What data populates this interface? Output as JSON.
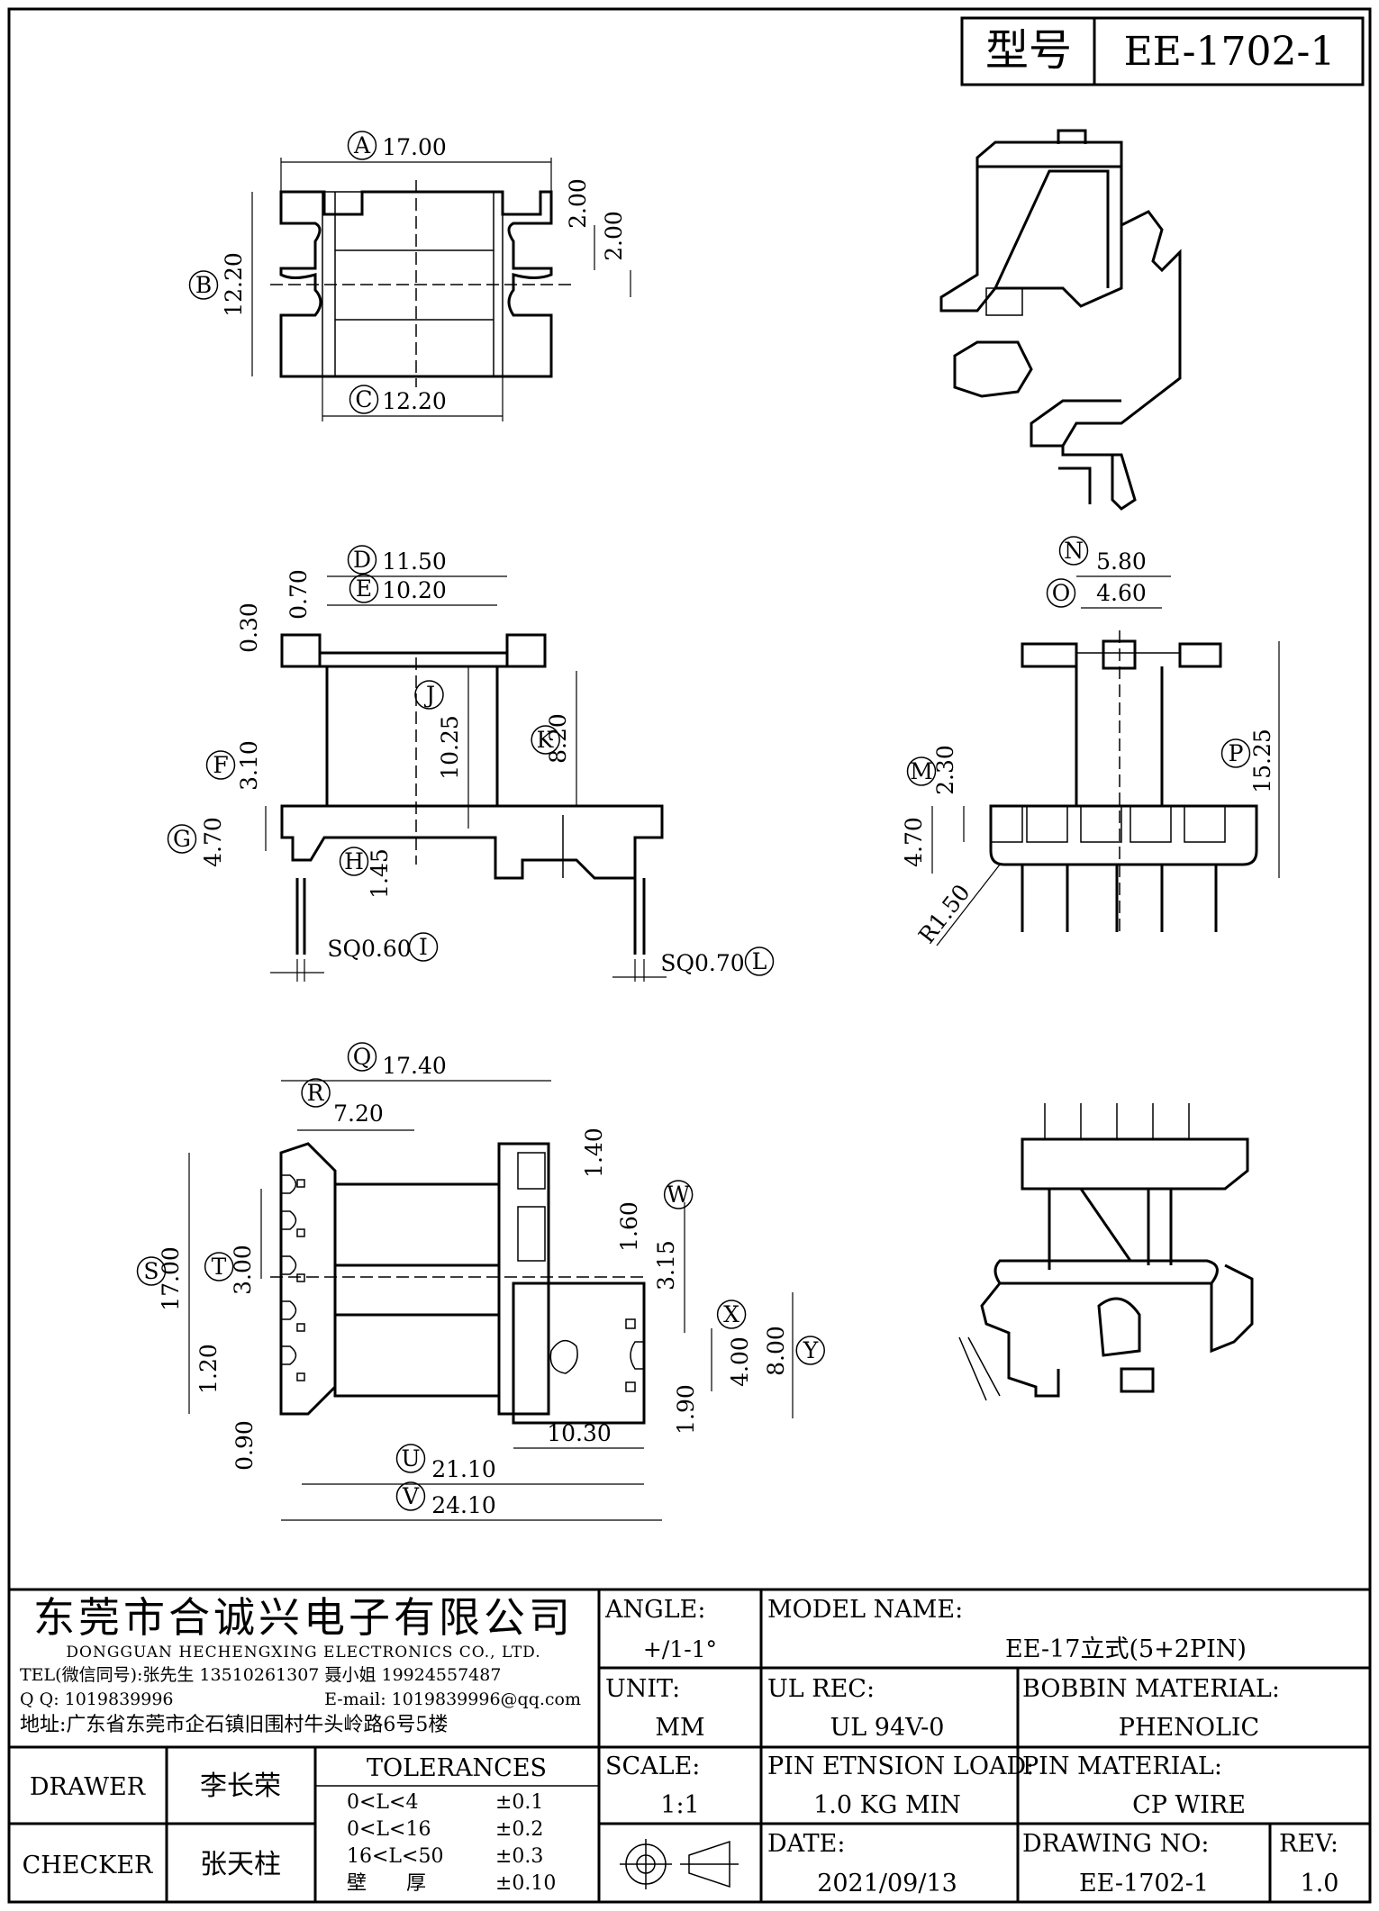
{
  "header": {
    "model_label": "型号",
    "model_value": "EE-1702-1"
  },
  "top_view": {
    "dims": [
      {
        "ref": "A",
        "value": "17.00"
      },
      {
        "ref": "B",
        "value": "12.20"
      },
      {
        "ref": "C",
        "value": "12.20"
      },
      {
        "ref": "",
        "value": "2.00"
      },
      {
        "ref": "",
        "value": "2.00"
      }
    ]
  },
  "front_view": {
    "dims": [
      {
        "ref": "D",
        "value": "11.50"
      },
      {
        "ref": "E",
        "value": "10.20"
      },
      {
        "ref": "",
        "value": "0.30"
      },
      {
        "ref": "",
        "value": "0.70"
      },
      {
        "ref": "J",
        "value": "10.25"
      },
      {
        "ref": "K",
        "value": "8.20"
      },
      {
        "ref": "F",
        "value": "3.10"
      },
      {
        "ref": "G",
        "value": "4.70"
      },
      {
        "ref": "H",
        "value": "1.45"
      },
      {
        "ref": "I",
        "value": "SQ0.60"
      },
      {
        "ref": "L",
        "value": "SQ0.70"
      }
    ]
  },
  "side_view": {
    "dims": [
      {
        "ref": "N",
        "value": "5.80"
      },
      {
        "ref": "O",
        "value": "4.60"
      },
      {
        "ref": "M",
        "value": "2.30"
      },
      {
        "ref": "P",
        "value": "15.25"
      },
      {
        "ref": "",
        "value": "4.70"
      },
      {
        "ref": "",
        "value": "R1.50"
      }
    ]
  },
  "bottom_view": {
    "dims": [
      {
        "ref": "Q",
        "value": "17.40"
      },
      {
        "ref": "R",
        "value": "7.20"
      },
      {
        "ref": "S",
        "value": "17.00"
      },
      {
        "ref": "T",
        "value": "3.00"
      },
      {
        "ref": "",
        "value": "1.20"
      },
      {
        "ref": "",
        "value": "0.90"
      },
      {
        "ref": "",
        "value": "1.40"
      },
      {
        "ref": "",
        "value": "1.60"
      },
      {
        "ref": "W",
        "value": "3.15"
      },
      {
        "ref": "X",
        "value": "4.00"
      },
      {
        "ref": "Y",
        "value": "8.00"
      },
      {
        "ref": "",
        "value": "1.90"
      },
      {
        "ref": "",
        "value": "10.30"
      },
      {
        "ref": "U",
        "value": "21.10"
      },
      {
        "ref": "V",
        "value": "24.10"
      }
    ]
  },
  "title_block": {
    "company_cn": "东莞市合诚兴电子有限公司",
    "company_en": "DONGGUAN HECHENGXING ELECTRONICS CO., LTD.",
    "tel": "TEL(微信同号):张先生 13510261307 聂小姐 19924557487",
    "qq": "Q Q: 1019839996",
    "email": "E-mail: 1019839996@qq.com",
    "address": "地址:广东省东莞市企石镇旧围村牛头岭路6号5楼",
    "angle_label": "ANGLE:",
    "angle_value": "+/1-1°",
    "unit_label": "UNIT:",
    "unit_value": "MM",
    "scale_label": "SCALE:",
    "scale_value": "1:1",
    "model_name_label": "MODEL NAME:",
    "model_name_value": "EE-17立式(5+2PIN)",
    "ul_label": "UL REC:",
    "ul_value": "UL 94V-0",
    "bobbin_label": "BOBBIN MATERIAL:",
    "bobbin_value": "PHENOLIC",
    "pin_load_label": "PIN ETNSION LOAD:",
    "pin_load_value": "1.0 KG MIN",
    "pin_mat_label": "PIN MATERIAL:",
    "pin_mat_value": "CP WIRE",
    "date_label": "DATE:",
    "date_value": "2021/09/13",
    "drawing_no_label": "DRAWING NO:",
    "drawing_no_value": "EE-1702-1",
    "rev_label": "REV:",
    "rev_value": "1.0",
    "drawer_label": "DRAWER",
    "drawer_name": "李长荣",
    "checker_label": "CHECKER",
    "checker_name": "张天柱",
    "tolerances_title": "TOLERANCES",
    "tolerances": [
      {
        "range": "0<L<4",
        "tol": "±0.1"
      },
      {
        "range": "0<L<16",
        "tol": "±0.2"
      },
      {
        "range": "16<L<50",
        "tol": "±0.3"
      },
      {
        "range": "壁　　厚",
        "tol": "±0.10"
      }
    ]
  }
}
